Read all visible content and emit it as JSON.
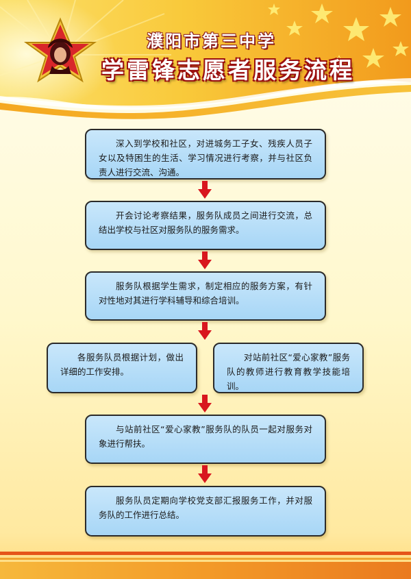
{
  "header": {
    "school_name": "濮阳市第三中学",
    "title": "学雷锋志愿者服务流程",
    "emblem_icon": "star-portrait-emblem-icon"
  },
  "flow": {
    "step1": "深入到学校和社区，对进城务工子女、残疾人员子女以及特困生的生活、学习情况进行考察，并与社区负责人进行交流、沟通。",
    "step2": "开会讨论考察结果，服务队成员之间进行交流，总结出学校与社区对服务队的服务需求。",
    "step3": "服务队根据学生需求，制定相应的服务方案，有针对性地对其进行学科辅导和综合培训。",
    "step4_left": "各服务队员根据计划，做出详细的工作安排。",
    "step4_right": "对站前社区“爱心家教”服务队的教师进行教育教学技能培训。",
    "step5": "与站前社区“爱心家教”服务队的队员一起对服务对象进行帮扶。",
    "step6": "服务队员定期向学校党支部汇报服务工作，并对服务队的工作进行总结。"
  },
  "colors": {
    "box_fill": "#b5ddf8",
    "arrow": "#d8161e",
    "title_outline": "#9a0f10",
    "banner": "#f7b21c"
  }
}
